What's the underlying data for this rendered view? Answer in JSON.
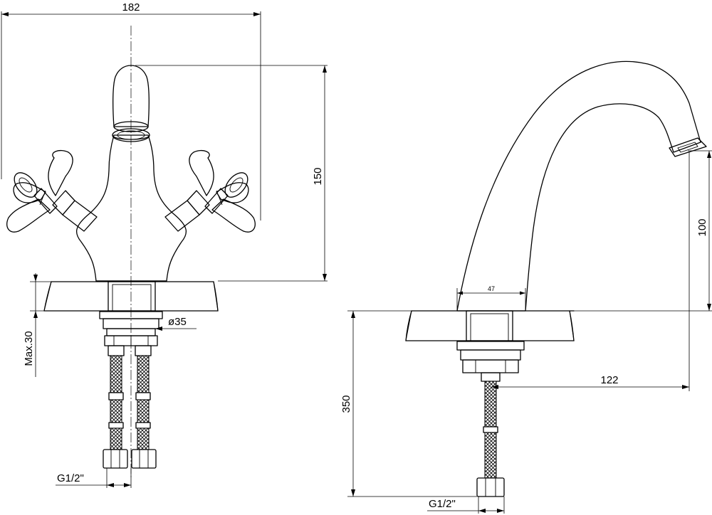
{
  "dimensions": {
    "front_width": "182",
    "front_height": "150",
    "pipe_diameter": "ø35",
    "max_thickness": "Max.30",
    "hose_length": "350",
    "spout_height": "100",
    "spout_reach": "122",
    "base_width": "47",
    "thread_front": "G1/2\"",
    "thread_side": "G1/2\""
  }
}
